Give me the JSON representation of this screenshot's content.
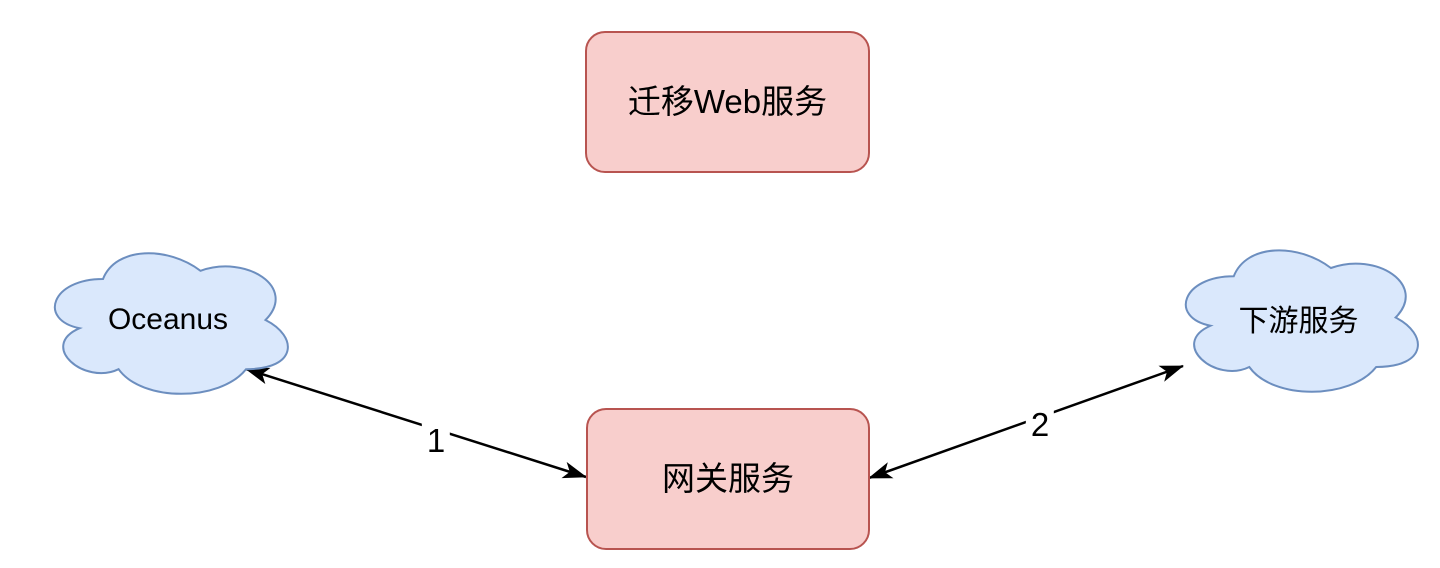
{
  "diagram": {
    "kind": "flow-diagram",
    "background": "#ffffff",
    "colors": {
      "node_fill": "#f8cecc",
      "node_border": "#b85450",
      "cloud_fill": "#dae8fc",
      "cloud_border": "#6c8ebf",
      "edge": "#000000",
      "text": "#000000"
    },
    "nodes": [
      {
        "id": "migrate-web-service",
        "shape": "rounded-rectangle",
        "label": "迁移Web服务",
        "fill": "#f8cecc",
        "border": "#b85450"
      },
      {
        "id": "oceanus",
        "shape": "cloud",
        "label": "Oceanus",
        "fill": "#dae8fc",
        "border": "#6c8ebf"
      },
      {
        "id": "downstream-service",
        "shape": "cloud",
        "label": "下游服务",
        "fill": "#dae8fc",
        "border": "#6c8ebf"
      },
      {
        "id": "gateway-service",
        "shape": "rounded-rectangle",
        "label": "网关服务",
        "fill": "#f8cecc",
        "border": "#b85450"
      }
    ],
    "edges": [
      {
        "id": "edge-1",
        "label": "1",
        "between": [
          "oceanus",
          "gateway-service"
        ],
        "arrows": "both",
        "color": "#000000"
      },
      {
        "id": "edge-2",
        "label": "2",
        "between": [
          "gateway-service",
          "downstream-service"
        ],
        "arrows": "both",
        "color": "#000000"
      }
    ]
  }
}
